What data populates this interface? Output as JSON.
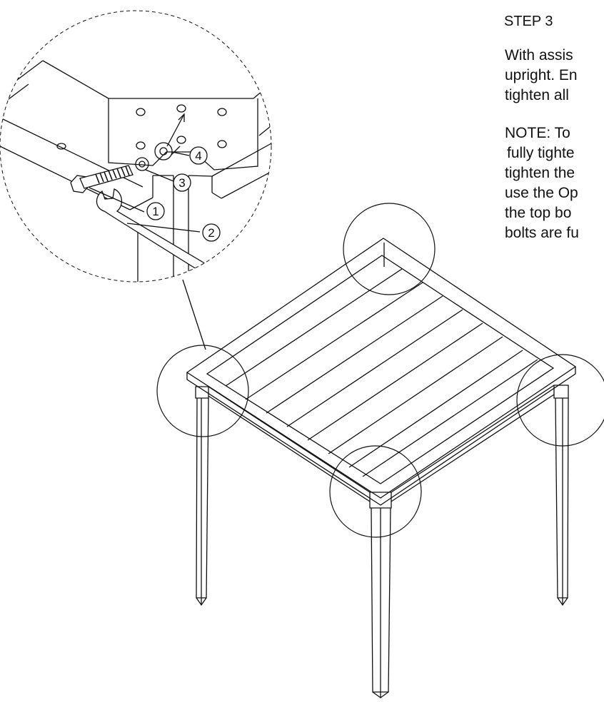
{
  "step": {
    "title": "STEP 3"
  },
  "instructions": {
    "lines": [
      "With assis",
      "upright. En",
      "tighten all"
    ]
  },
  "note": {
    "lines": [
      "NOTE: To",
      "fully tighte",
      "tighten the",
      "use the Op",
      "the top bo",
      "bolts are fu"
    ]
  },
  "callouts": {
    "bolt": "1",
    "wrench": "2",
    "lock_washer": "3",
    "flat_washer": "4"
  },
  "colors": {
    "line": "#111111",
    "background": "#ffffff"
  }
}
